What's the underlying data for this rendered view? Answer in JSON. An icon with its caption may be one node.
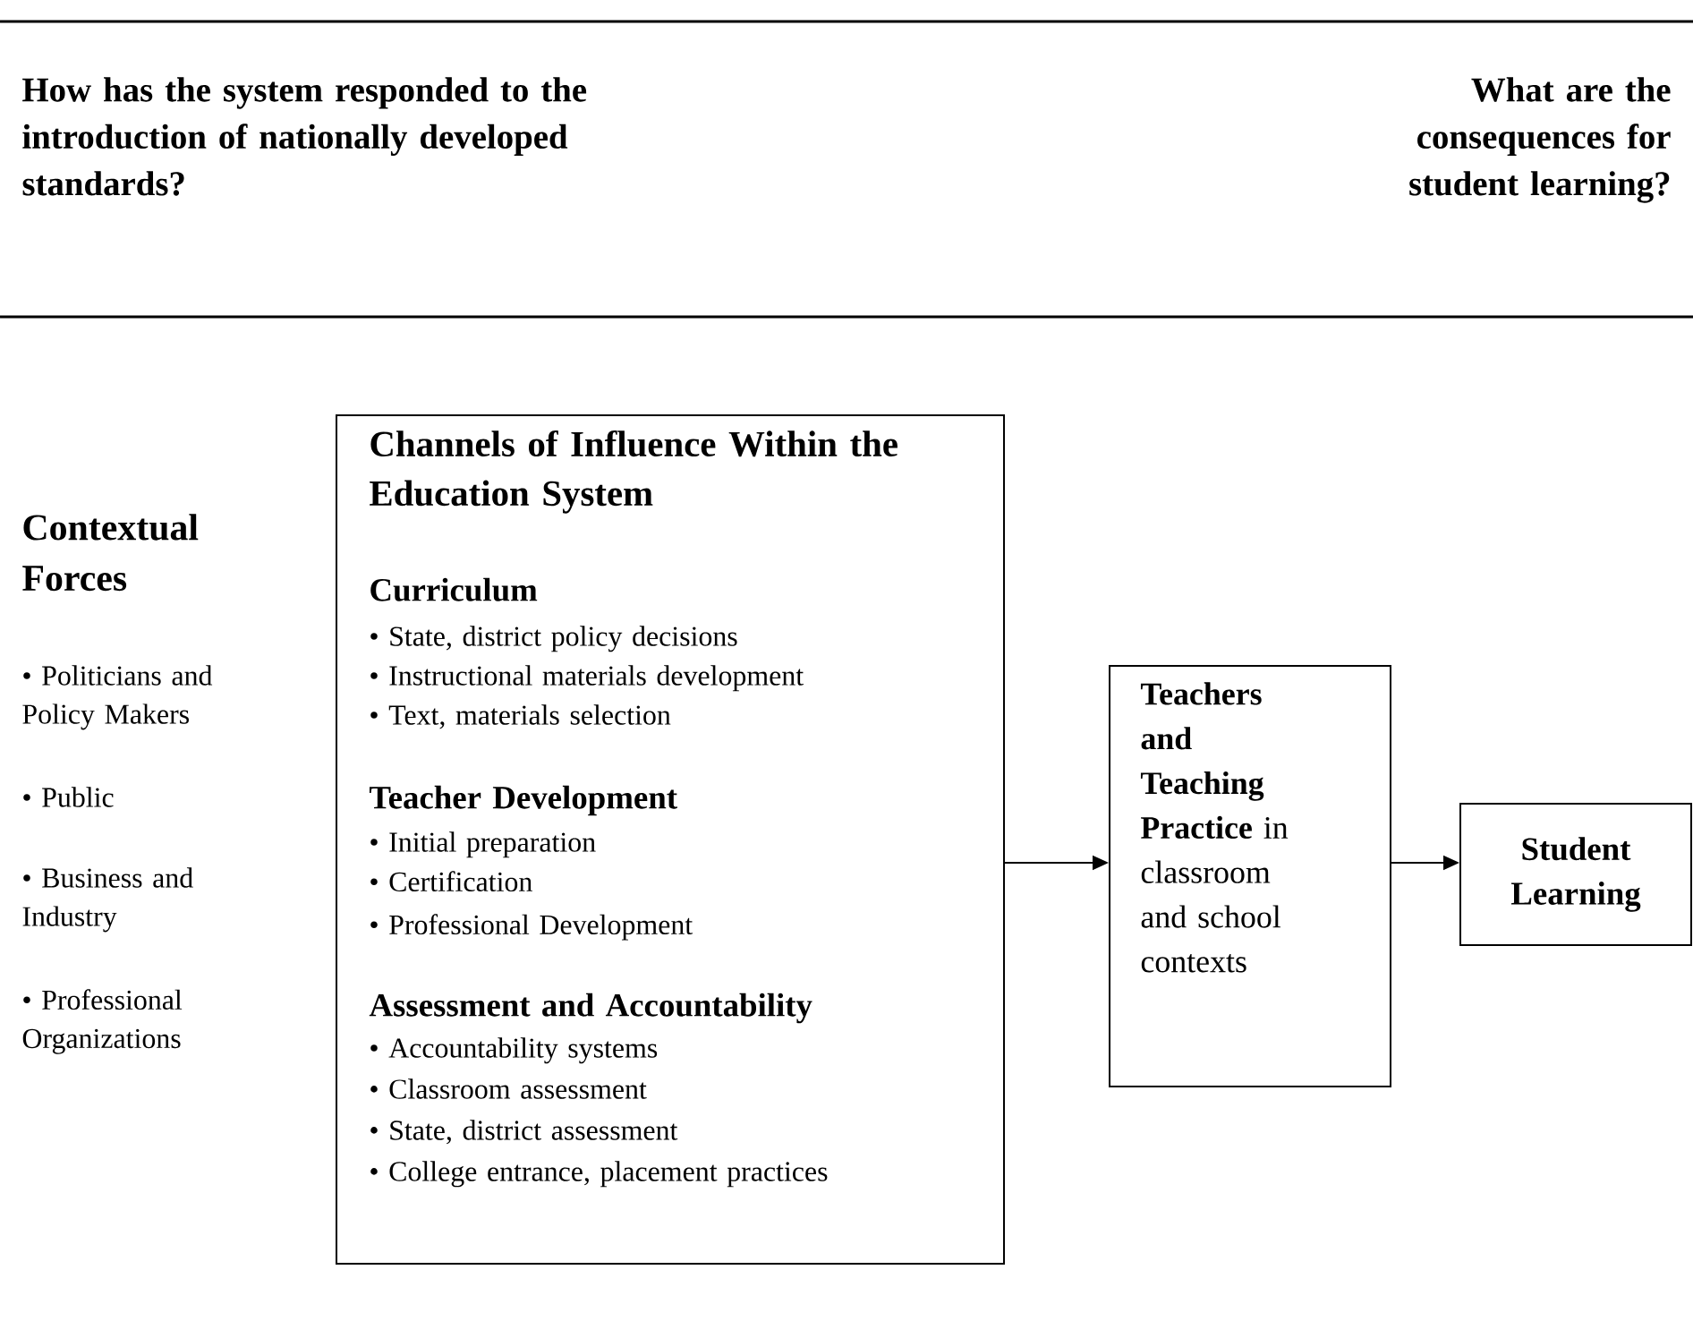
{
  "diagram": {
    "nodes": [
      {
        "text": [
          "Channels of Influence Within the Education System",
          "Curriculum",
          "• State, district policy decisions",
          "• Instructional materials development",
          "• Text, materials selection",
          "Teacher Development",
          "• Initial preparation",
          "• Certification",
          "• Professional Development",
          "Assessment and Accountability",
          "• Accountability systems",
          "• Classroom assessment",
          "• State, district assessment",
          "• College entrance, placement practices"
        ]
      },
      {
        "text": [
          "**Teachers and Teaching Practice** in classroom and school contexts"
        ]
      },
      {
        "text": [
          "Student Learning"
        ]
      }
    ],
    "edges": [
      {
        "from": 0,
        "to": 1,
        "arrow": "to"
      },
      {
        "from": 1,
        "to": 2,
        "arrow": "to"
      }
    ],
    "labels": [
      "How has the system responded to the introduction of nationally developed standards?",
      "What are the consequences for student learning?",
      "Contextual Forces",
      "• Politicians and Policy Makers",
      "• Public",
      "• Business and Industry",
      "• Professional Organizations"
    ]
  }
}
